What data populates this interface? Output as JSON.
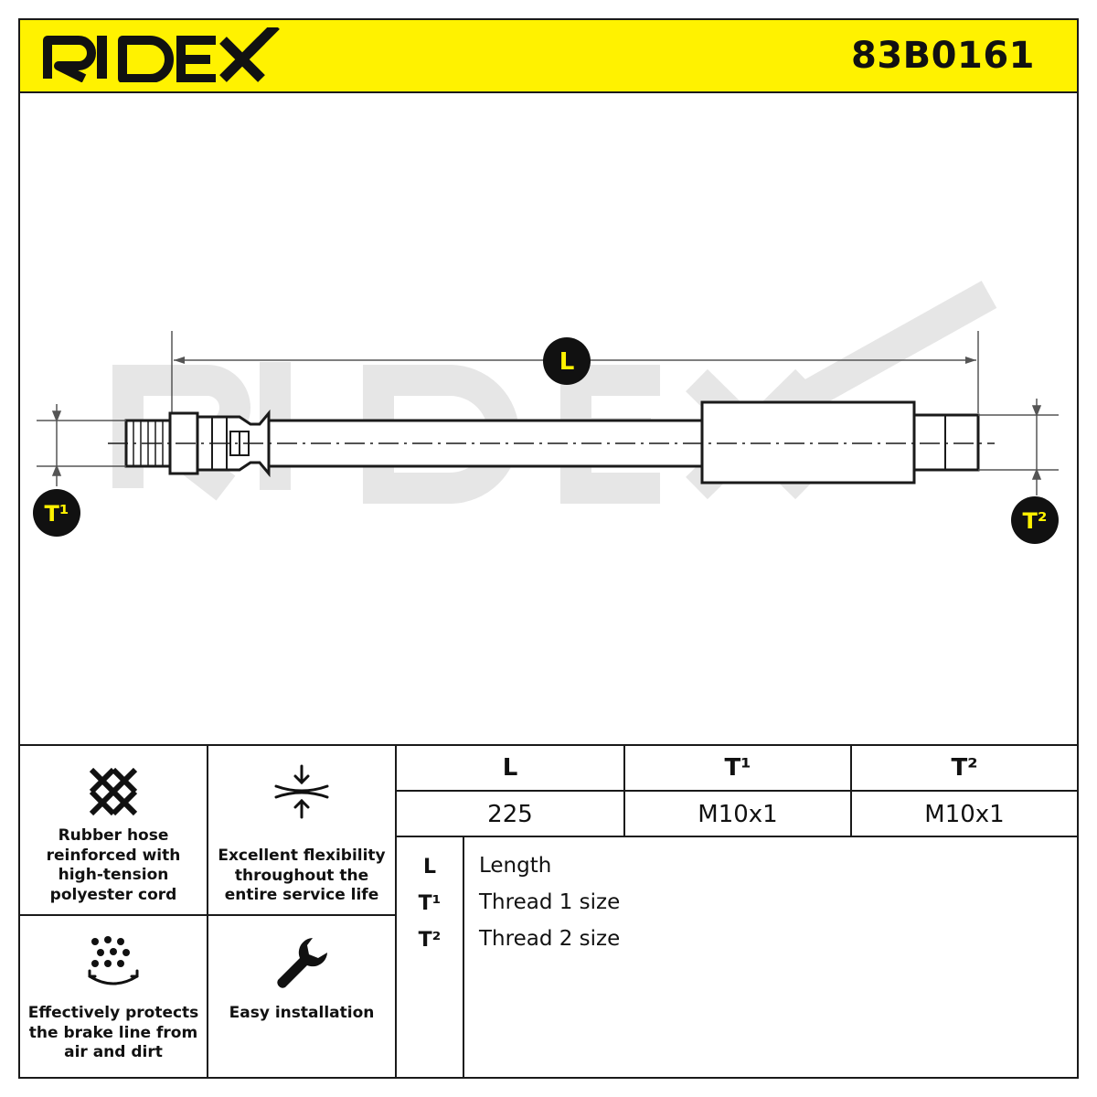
{
  "header": {
    "brand": "RIDEX",
    "part_number": "83B0161"
  },
  "colors": {
    "accent_yellow": "#fff200",
    "line": "#1a1a1a",
    "watermark": "#e6e6e6"
  },
  "drawing": {
    "dimension_L": "L",
    "dimension_T1": "T¹",
    "dimension_T2": "T²"
  },
  "features": [
    {
      "icon": "mesh-icon",
      "text": "Rubber hose reinforced with high-tension polyester cord"
    },
    {
      "icon": "compress-arrows-icon",
      "text": "Excellent flexibility throughout the entire service life"
    },
    {
      "icon": "particles-shield-icon",
      "text": "Effectively protects the brake line from air and dirt"
    },
    {
      "icon": "wrench-icon",
      "text": "Easy installation"
    }
  ],
  "spec_table": {
    "headers": [
      "L",
      "T¹",
      "T²"
    ],
    "values": [
      "225",
      "M10x1",
      "M10x1"
    ]
  },
  "legend": [
    {
      "key": "L",
      "desc": "Length"
    },
    {
      "key": "T¹",
      "desc": "Thread 1 size"
    },
    {
      "key": "T²",
      "desc": "Thread 2 size"
    }
  ]
}
